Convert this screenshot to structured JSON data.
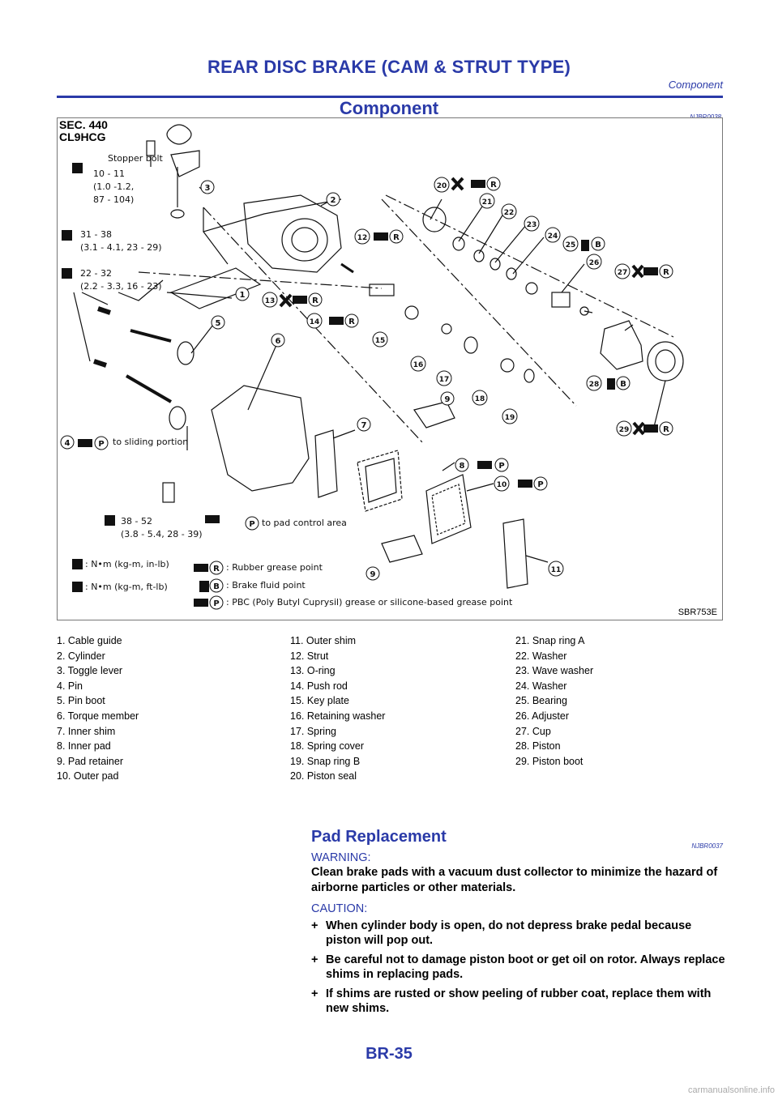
{
  "header": {
    "title": "REAR DISC BRAKE (CAM & STRUT TYPE)",
    "subtitle": "Component"
  },
  "component": {
    "title": "Component",
    "ref_code": "NJBR0038"
  },
  "figure": {
    "sec": "SEC. 440",
    "code": "CL9HCG",
    "caption": "SBR753E",
    "stopper_bolt": "Stopper bolt",
    "torque1_line1": "10 - 11",
    "torque1_line2": "(1.0 -1.2,",
    "torque1_line3": "87 - 104)",
    "torque2_line1": "31 - 38",
    "torque2_line2": "(3.1 - 4.1, 23 - 29)",
    "torque3_line1": "22 - 32",
    "torque3_line2": "(2.2 - 3.3, 16 - 23)",
    "torque4_line1": "38 - 52",
    "torque4_line2": "(3.8 - 5.4, 28 - 39)",
    "sliding": "to sliding portion",
    "pad_control": "to pad control area",
    "legend_nm_inlb": ": N•m (kg-m, in-lb)",
    "legend_nm_ftlb": ": N•m (kg-m, ft-lb)",
    "legend_rubber": ": Rubber grease point",
    "legend_brake": ": Brake fluid point",
    "legend_pbc": ": PBC (Poly Butyl Cuprysil) grease or silicone-based grease point",
    "letter_r": "R",
    "letter_b": "B",
    "letter_p": "P"
  },
  "parts_col1": [
    "1. Cable guide",
    "2. Cylinder",
    "3. Toggle lever",
    "4. Pin",
    "5. Pin boot",
    "6. Torque member",
    "7. Inner shim",
    "8. Inner pad",
    "9. Pad retainer",
    "10. Outer pad"
  ],
  "parts_col2": [
    "11. Outer shim",
    "12. Strut",
    "13. O-ring",
    "14. Push rod",
    "15. Key plate",
    "16. Retaining washer",
    "17. Spring",
    "18. Spring cover",
    "19. Snap ring B",
    "20. Piston seal"
  ],
  "parts_col3": [
    "21. Snap ring A",
    "22. Washer",
    "23. Wave washer",
    "24. Washer",
    "25. Bearing",
    "26. Adjuster",
    "27. Cup",
    "28. Piston",
    "29. Piston boot"
  ],
  "pad": {
    "title": "Pad Replacement",
    "ref_code": "NJBR0037",
    "warning_label": "WARNING:",
    "warning_text": "Clean brake pads with a vacuum dust collector to minimize the hazard of airborne particles or other materials.",
    "caution_label": "CAUTION:",
    "bullet_mark": "+",
    "bullets": [
      "When cylinder body is open, do not depress brake pedal because piston will pop out.",
      "Be careful not to damage piston boot or get oil on rotor. Always replace shims in replacing pads.",
      "If shims are rusted or show peeling of rubber coat, replace them with new shims."
    ]
  },
  "page_number": "BR-35",
  "footer": "carmanualsonline.info"
}
